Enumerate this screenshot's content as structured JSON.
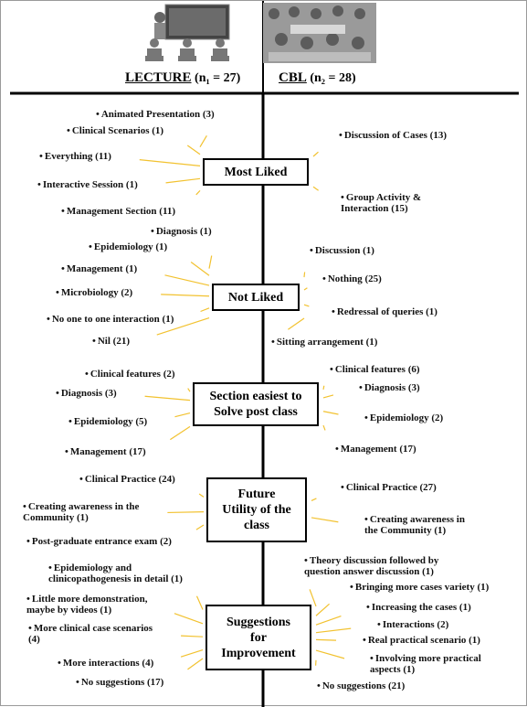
{
  "header": {
    "left": {
      "title": "LECTURE",
      "n": "(n₁ = 27)"
    },
    "right": {
      "title": "CBL",
      "n": "(n₂ = 28)"
    }
  },
  "images": {
    "left": "classroom-lecture-illustration",
    "right": "group-discussion-photo"
  },
  "sections": [
    {
      "title": "Most Liked",
      "left": [
        "Animated Presentation (3)",
        "Clinical Scenarios (1)",
        "Everything (11)",
        "Interactive Session (1)",
        "Management Section (11)"
      ],
      "right": [
        "Discussion of Cases (13)",
        "Group Activity &\nInteraction (15)"
      ]
    },
    {
      "title": "Not Liked",
      "left": [
        "Diagnosis (1)",
        "Epidemiology (1)",
        "Management (1)",
        "Microbiology (2)",
        "No one to one interaction (1)",
        "Nil (21)"
      ],
      "right": [
        "Discussion (1)",
        "Nothing (25)",
        "Redressal of queries (1)",
        "Sitting arrangement (1)"
      ]
    },
    {
      "title": "Section easiest to\nSolve post class",
      "left": [
        "Clinical features (2)",
        "Diagnosis (3)",
        "Epidemiology (5)",
        "Management (17)"
      ],
      "right": [
        "Clinical features (6)",
        "Diagnosis (3)",
        "Epidemiology (2)",
        "Management (17)"
      ]
    },
    {
      "title": "Future\nUtility of the\nclass",
      "left": [
        "Clinical Practice (24)",
        "Creating awareness in the\nCommunity (1)",
        "Post-graduate entrance exam (2)"
      ],
      "right": [
        "Clinical Practice (27)",
        "Creating awareness in\nthe Community (1)"
      ]
    },
    {
      "title": "Suggestions\nfor\nImprovement",
      "left": [
        "Epidemiology and\nclinicopathogenesis in detail (1)",
        "Little more demonstration,\nmaybe by videos (1)",
        "More clinical case scenarios\n(4)",
        "More interactions (4)",
        "No suggestions (17)"
      ],
      "right": [
        "Theory discussion followed by\nquestion answer discussion (1)",
        "Bringing more cases variety (1)",
        "Increasing the cases (1)",
        "Interactions (2)",
        "Real practical scenario (1)",
        "Involving more practical\naspects (1)",
        "No suggestions (21)"
      ]
    }
  ],
  "colors": {
    "ray": "#f2c230",
    "line": "#000000",
    "border": "#000000"
  }
}
